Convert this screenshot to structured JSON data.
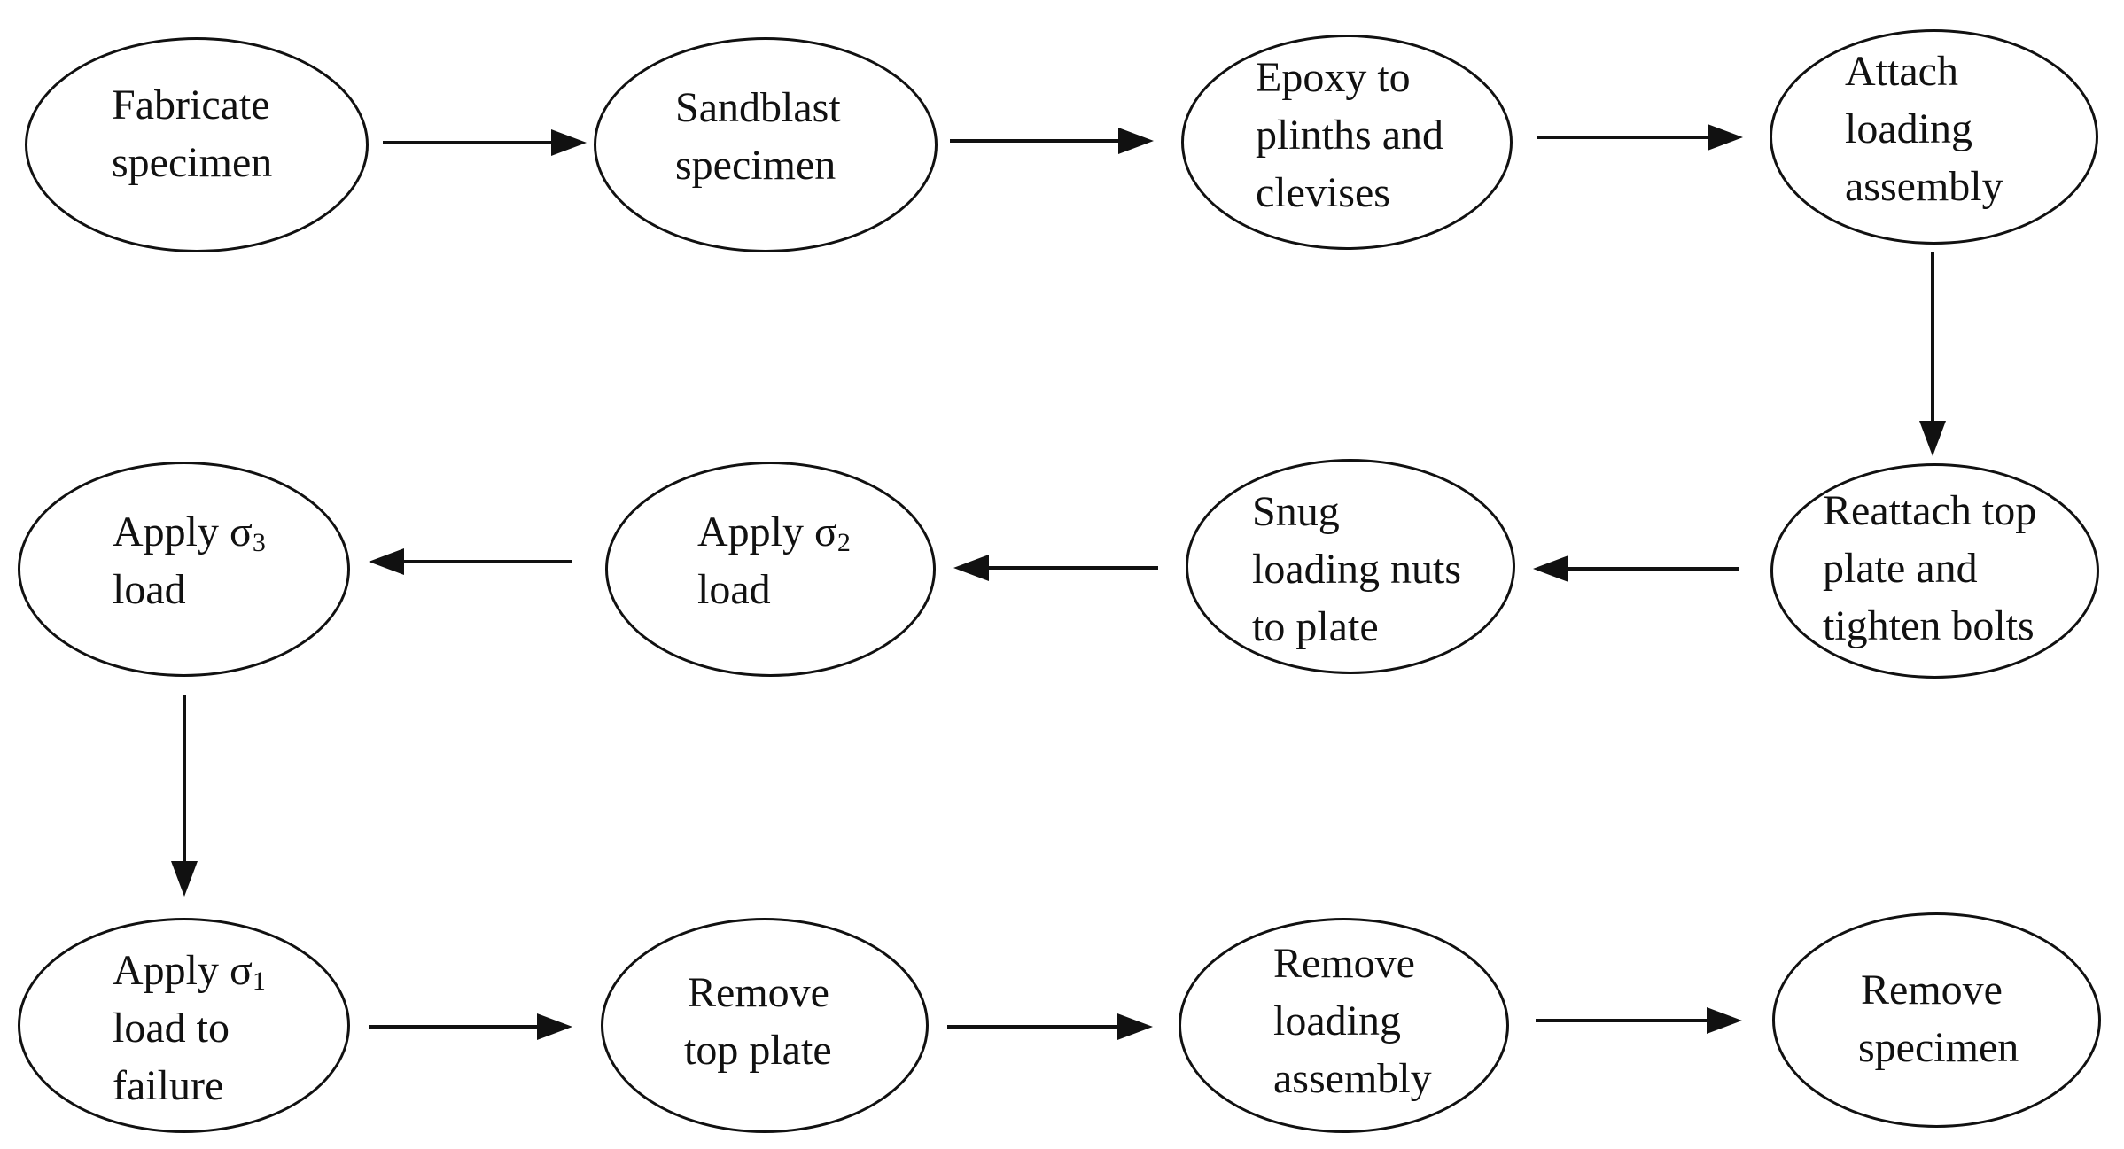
{
  "colors": {
    "stroke": "#111111",
    "background": "#ffffff"
  },
  "nodes": {
    "fabricate": {
      "line1": "Fabricate",
      "line2": "specimen"
    },
    "sandblast": {
      "line1": "Sandblast",
      "line2": "specimen"
    },
    "epoxy": {
      "line1": "Epoxy to",
      "line2": "plinths and",
      "line3": "clevises"
    },
    "attach": {
      "line1": "Attach",
      "line2": "loading",
      "line3": "assembly"
    },
    "reattach": {
      "line1": "Reattach top",
      "line2": "plate and",
      "line3": "tighten bolts"
    },
    "snug": {
      "line1": "Snug",
      "line2": "loading nuts",
      "line3": "to plate"
    },
    "sigma2": {
      "line1_prefix": "Apply σ",
      "line1_sub": "2",
      "line2": "load"
    },
    "sigma3": {
      "line1_prefix": "Apply σ",
      "line1_sub": "3",
      "line2": "load"
    },
    "sigma1": {
      "line1_prefix": "Apply σ",
      "line1_sub": "1",
      "line2": "load to",
      "line3": "failure"
    },
    "remove_top": {
      "line1": "Remove",
      "line2": "top plate"
    },
    "remove_loading": {
      "line1": "Remove",
      "line2": "loading",
      "line3": "assembly"
    },
    "remove_specimen": {
      "line1": "Remove",
      "line2": "specimen"
    }
  }
}
